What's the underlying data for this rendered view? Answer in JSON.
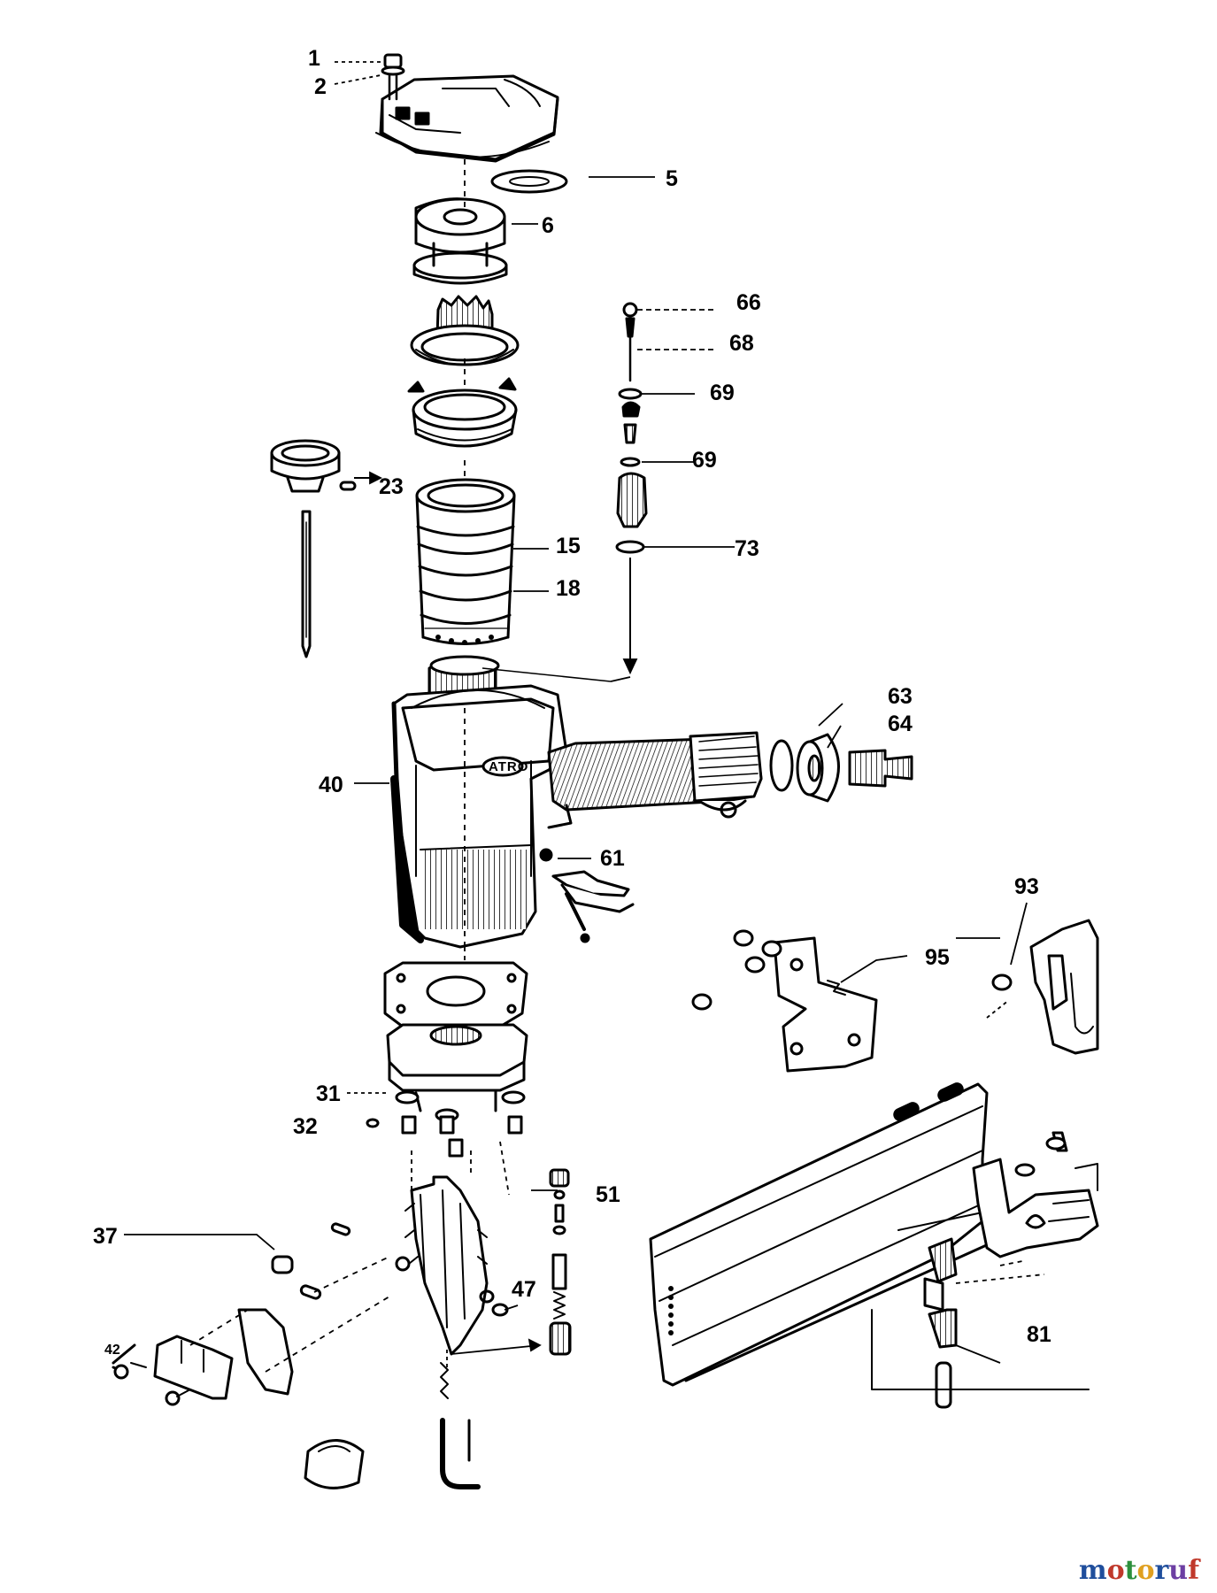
{
  "diagram": {
    "brand_on_housing": "ATRO",
    "part_numbers": [
      "1",
      "2",
      "5",
      "6",
      "66",
      "68",
      "69",
      "69",
      "73",
      "23",
      "15",
      "18",
      "63",
      "64",
      "40",
      "61",
      "93",
      "95",
      "31",
      "32",
      "51",
      "37",
      "47",
      "42",
      "81"
    ]
  },
  "watermark": {
    "text": "motoruf",
    "letters": [
      "m",
      "o",
      "t",
      "o",
      "r",
      "u",
      "f"
    ],
    "colors": [
      "#1f4e9c",
      "#c0392b",
      "#2c8f3c",
      "#e0a020",
      "#1f4e9c",
      "#6d3fa3",
      "#c0392b"
    ]
  }
}
